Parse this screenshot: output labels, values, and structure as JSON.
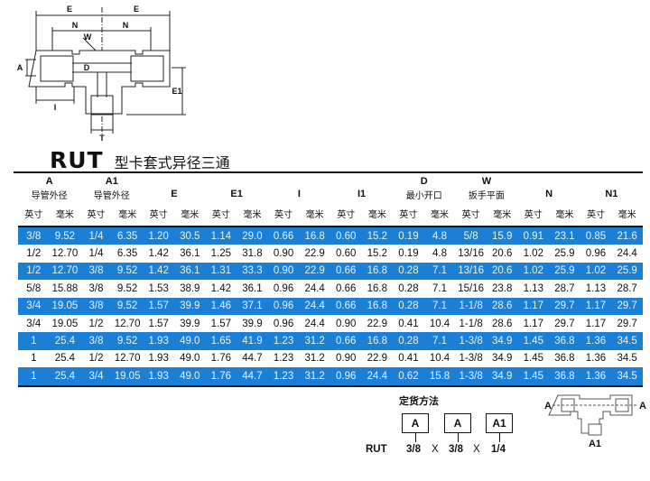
{
  "diagram": {
    "labels": {
      "E_left": "E",
      "E_right": "E",
      "N_left": "N",
      "N_right": "N",
      "W": "W",
      "A": "A",
      "D": "D",
      "I": "I",
      "E1": "E1",
      "T": "T"
    }
  },
  "title": {
    "code": "RUT",
    "name": "型卡套式异径三通"
  },
  "table": {
    "groups": [
      {
        "key": "A",
        "sub": "导管外径"
      },
      {
        "key": "A1",
        "sub": "导管外径"
      },
      {
        "key": "",
        "sub": "E"
      },
      {
        "key": "",
        "sub": "E1"
      },
      {
        "key": "",
        "sub": "I"
      },
      {
        "key": "",
        "sub": "I1"
      },
      {
        "key": "D",
        "sub": "最小开口"
      },
      {
        "key": "W",
        "sub": "扳手平面"
      },
      {
        "key": "",
        "sub": "N"
      },
      {
        "key": "",
        "sub": "N1"
      }
    ],
    "unit_inch": "英寸",
    "unit_mm": "毫米",
    "rows": [
      [
        "3/8",
        "9.52",
        "1/4",
        "6.35",
        "1.20",
        "30.5",
        "1.14",
        "29.0",
        "0.66",
        "16.8",
        "0.60",
        "15.2",
        "0.19",
        "4.8",
        "5/8",
        "15.9",
        "0.91",
        "23.1",
        "0.85",
        "21.6"
      ],
      [
        "1/2",
        "12.70",
        "1/4",
        "6.35",
        "1.42",
        "36.1",
        "1.25",
        "31.8",
        "0.90",
        "22.9",
        "0.60",
        "15.2",
        "0.19",
        "4.8",
        "13/16",
        "20.6",
        "1.02",
        "25.9",
        "0.96",
        "24.4"
      ],
      [
        "1/2",
        "12.70",
        "3/8",
        "9.52",
        "1.42",
        "36.1",
        "1.31",
        "33.3",
        "0.90",
        "22.9",
        "0.66",
        "16.8",
        "0.28",
        "7.1",
        "13/16",
        "20.6",
        "1.02",
        "25.9",
        "1.02",
        "25.9"
      ],
      [
        "5/8",
        "15.88",
        "3/8",
        "9.52",
        "1.53",
        "38.9",
        "1.42",
        "36.1",
        "0.96",
        "24.4",
        "0.66",
        "16.8",
        "0.28",
        "7.1",
        "15/16",
        "23.8",
        "1.13",
        "28.7",
        "1.13",
        "28.7"
      ],
      [
        "3/4",
        "19.05",
        "3/8",
        "9.52",
        "1.57",
        "39.9",
        "1.46",
        "37.1",
        "0.96",
        "24.4",
        "0.66",
        "16.8",
        "0.28",
        "7.1",
        "1-1/8",
        "28.6",
        "1.17",
        "29.7",
        "1.17",
        "29.7"
      ],
      [
        "3/4",
        "19.05",
        "1/2",
        "12.70",
        "1.57",
        "39.9",
        "1.57",
        "39.9",
        "0.96",
        "24.4",
        "0.90",
        "22.9",
        "0.41",
        "10.4",
        "1-1/8",
        "28.6",
        "1.17",
        "29.7",
        "1.17",
        "29.7"
      ],
      [
        "1",
        "25.4",
        "3/8",
        "9.52",
        "1.93",
        "49.0",
        "1.65",
        "41.9",
        "1.23",
        "31.2",
        "0.66",
        "16.8",
        "0.28",
        "7.1",
        "1-3/8",
        "34.9",
        "1.45",
        "36.8",
        "1.36",
        "34.5"
      ],
      [
        "1",
        "25.4",
        "1/2",
        "12.70",
        "1.93",
        "49.0",
        "1.76",
        "44.7",
        "1.23",
        "31.2",
        "0.90",
        "22.9",
        "0.41",
        "10.4",
        "1-3/8",
        "34.9",
        "1.45",
        "36.8",
        "1.36",
        "34.5"
      ],
      [
        "1",
        "25.4",
        "3/4",
        "19.05",
        "1.93",
        "49.0",
        "1.76",
        "44.7",
        "1.23",
        "31.2",
        "0.96",
        "24.4",
        "0.62",
        "15.8",
        "1-3/8",
        "34.9",
        "1.45",
        "36.8",
        "1.36",
        "34.5"
      ]
    ],
    "colors": {
      "highlight": "#1b7fd6"
    }
  },
  "order": {
    "heading": "定货方法",
    "prefix": "RUT",
    "boxes": [
      "A",
      "A",
      "A1"
    ],
    "values": [
      "3/8",
      "3/8",
      "1/4"
    ],
    "sep": "X"
  },
  "mini_diagram": {
    "left": "A",
    "right": "A",
    "bottom": "A1"
  }
}
